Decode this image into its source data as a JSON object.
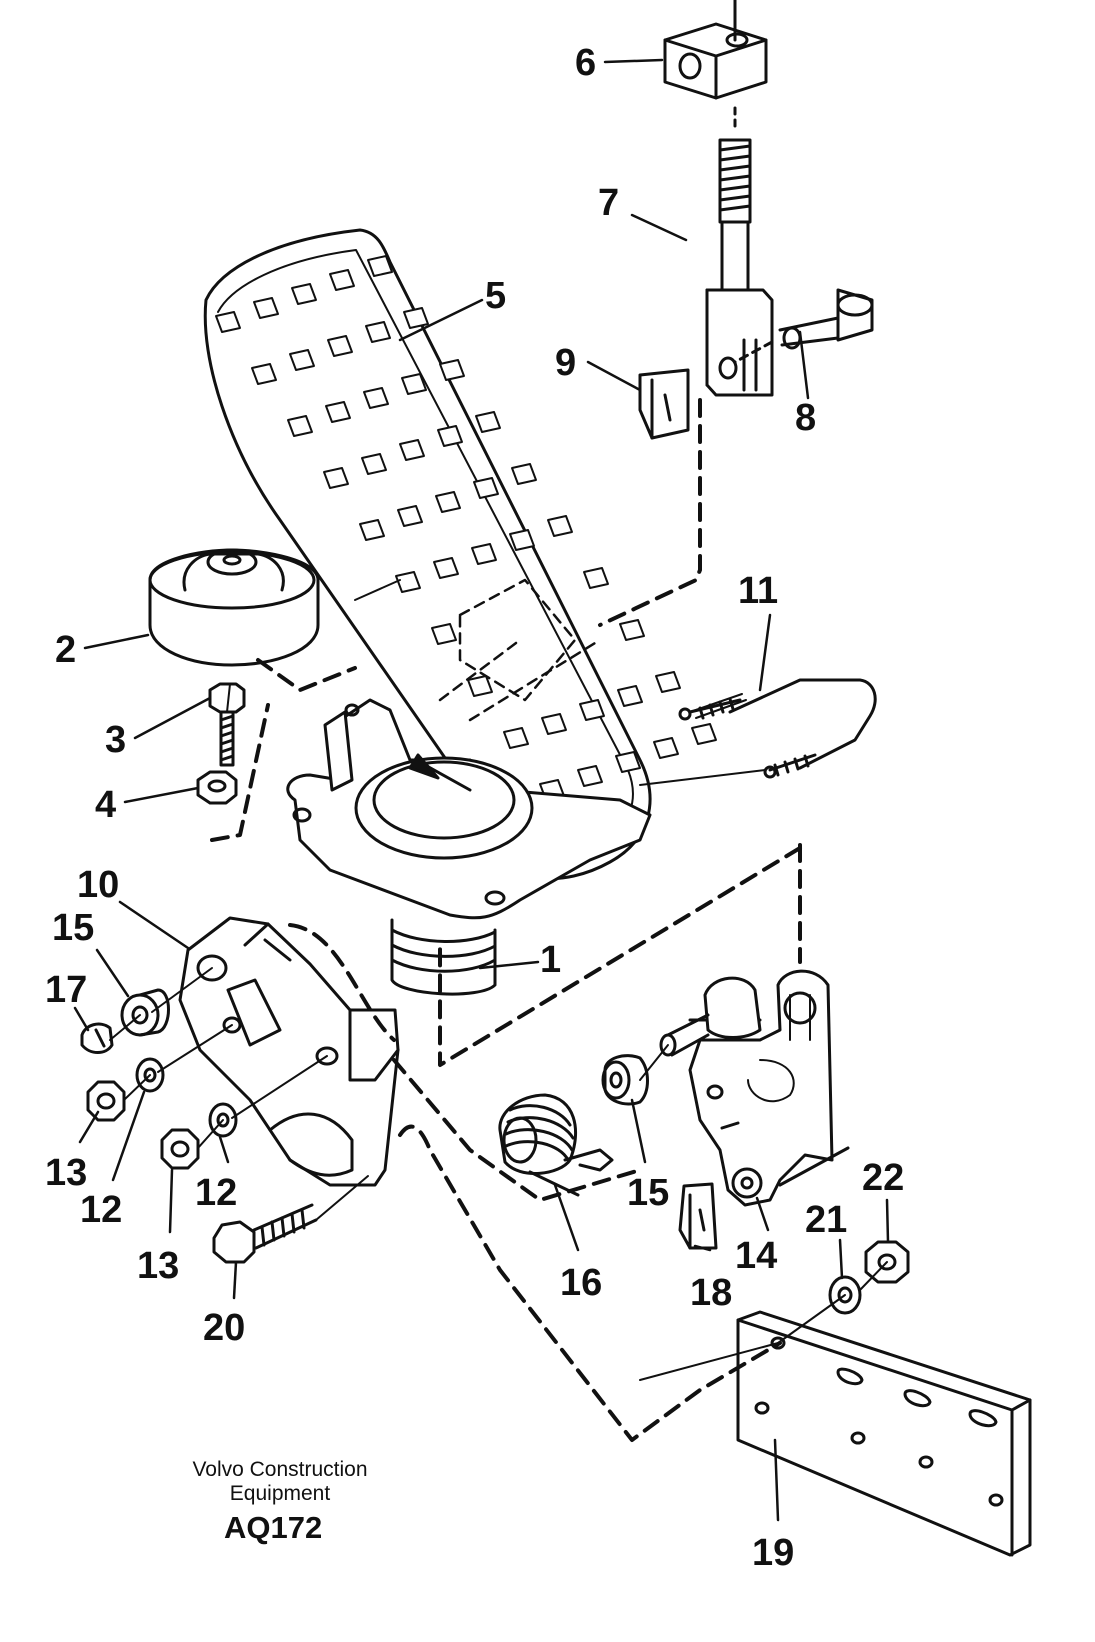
{
  "diagram": {
    "part_numbers": [
      "1",
      "2",
      "3",
      "4",
      "5",
      "6",
      "7",
      "8",
      "9",
      "10",
      "11",
      "12",
      "12",
      "13",
      "13",
      "14",
      "15",
      "15",
      "16",
      "17",
      "18",
      "19",
      "20",
      "21",
      "22"
    ]
  },
  "footer": {
    "brand_line1": "Volvo Construction",
    "brand_line2": "Equipment",
    "drawing_code": "AQ172"
  },
  "colors": {
    "ink": "#111111",
    "background": "#ffffff"
  }
}
